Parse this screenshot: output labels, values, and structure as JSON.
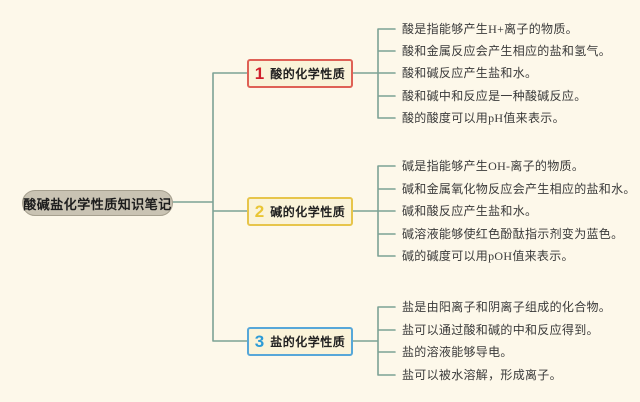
{
  "page": {
    "background_color": "#fdf8ea",
    "connector_color": "#7da295",
    "node_background_color": "#faf3d9",
    "root_background_color": "#c9c3b3"
  },
  "root": {
    "title": "酸碱盐化学性质知识笔记"
  },
  "branches": [
    {
      "number": "1",
      "label": "酸的化学性质",
      "number_color": "#d01f2a",
      "border_color": "#df6156",
      "leaves": [
        "酸是指能够产生H+离子的物质。",
        "酸和金属反应会产生相应的盐和氢气。",
        "酸和碱反应产生盐和水。",
        "酸和碱中和反应是一种酸碱反应。",
        "酸的酸度可以用pH值来表示。"
      ]
    },
    {
      "number": "2",
      "label": "碱的化学性质",
      "number_color": "#e9c534",
      "border_color": "#e7c54b",
      "leaves": [
        "碱是指能够产生OH-离子的物质。",
        "碱和金属氧化物反应会产生相应的盐和水。",
        "碱和酸反应产生盐和水。",
        "碱溶液能够使红色酚酞指示剂变为蓝色。",
        "碱的碱度可以用pOH值来表示。"
      ]
    },
    {
      "number": "3",
      "label": "盐的化学性质",
      "number_color": "#2d9bd6",
      "border_color": "#57a7d9",
      "leaves": [
        "盐是由阳离子和阴离子组成的化合物。",
        "盐可以通过酸和碱的中和反应得到。",
        "盐的溶液能够导电。",
        "盐可以被水溶解，形成离子。"
      ]
    }
  ]
}
